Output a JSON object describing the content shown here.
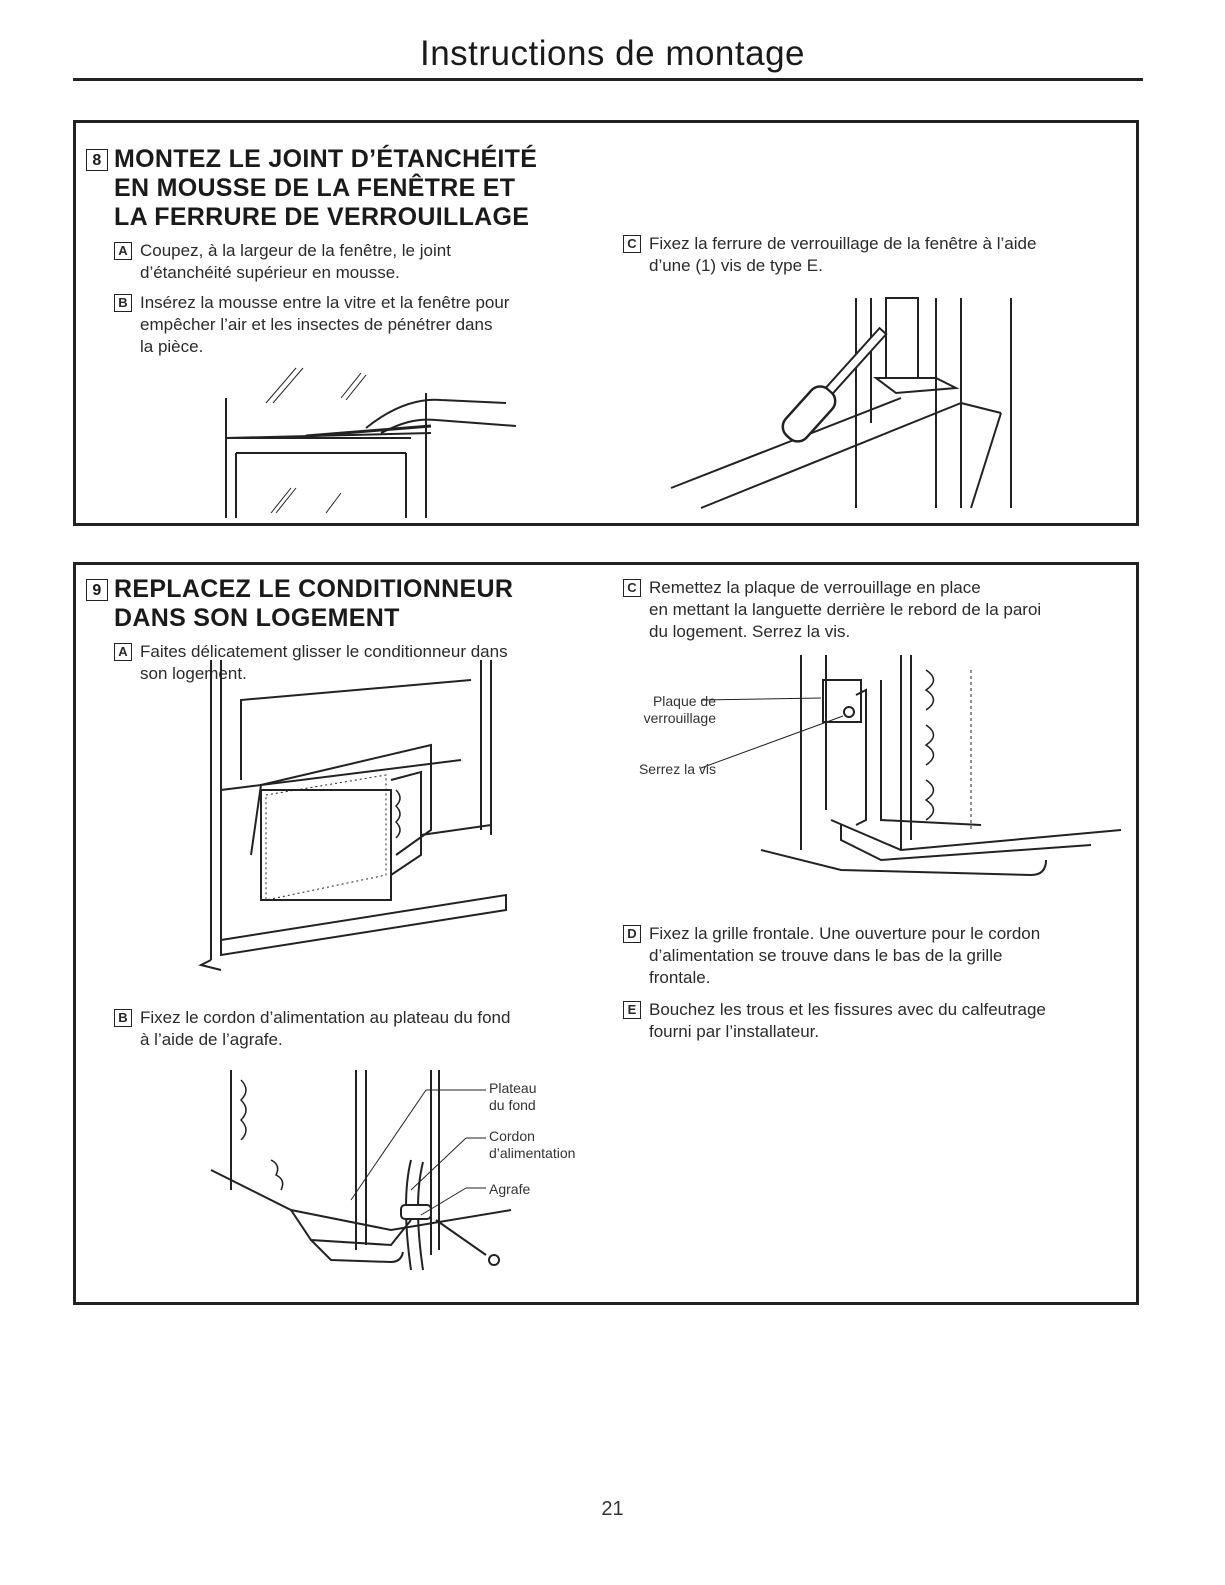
{
  "page": {
    "title": "Instructions de montage",
    "number": "21"
  },
  "step8": {
    "num": "8",
    "heading": [
      "MONTEZ LE JOINT D’ÉTANCHÉITÉ",
      "EN MOUSSE DE LA FENÊTRE ET",
      "LA FERRURE DE VERROUILLAGE"
    ],
    "items": [
      {
        "letter": "A",
        "lines": [
          "Coupez, à la largeur de la fenêtre, le joint",
          "d’étanchéité supérieur en mousse."
        ]
      },
      {
        "letter": "B",
        "lines": [
          "Insérez la mousse entre la vitre et la fenêtre pour",
          "empêcher l’air et les insectes de pénétrer dans",
          "la pièce."
        ]
      },
      {
        "letter": "C",
        "lines": [
          "Fixez la ferrure de verrouillage de la fenêtre à l’aide",
          "d’une (1) vis de type E."
        ]
      }
    ]
  },
  "step9": {
    "num": "9",
    "heading": [
      "REPLACEZ LE CONDITIONNEUR",
      "DANS SON LOGEMENT"
    ],
    "items": [
      {
        "letter": "A",
        "lines": [
          "Faites délicatement glisser le conditionneur dans",
          "son logement."
        ]
      },
      {
        "letter": "B",
        "lines": [
          "Fixez le cordon d’alimentation au plateau du fond",
          "à l’aide de l’agrafe."
        ]
      },
      {
        "letter": "C",
        "lines": [
          "Remettez la plaque de verrouillage en place",
          "en mettant la languette derrière le rebord de la paroi",
          "du logement. Serrez la vis."
        ]
      },
      {
        "letter": "D",
        "lines": [
          "Fixez la grille frontale. Une ouverture pour le cordon",
          "d’alimentation se trouve dans le bas de la grille",
          "frontale."
        ]
      },
      {
        "letter": "E",
        "lines": [
          "Bouchez les trous et les fissures avec du calfeutrage",
          "fourni par l’installateur."
        ]
      }
    ],
    "callouts": {
      "plaque": [
        "Plaque de",
        "verrouillage"
      ],
      "serrez": "Serrez la vis",
      "plateau": [
        "Plateau",
        "du fond"
      ],
      "cordon": [
        "Cordon",
        "d’alimentation"
      ],
      "agrafe": "Agrafe"
    }
  }
}
